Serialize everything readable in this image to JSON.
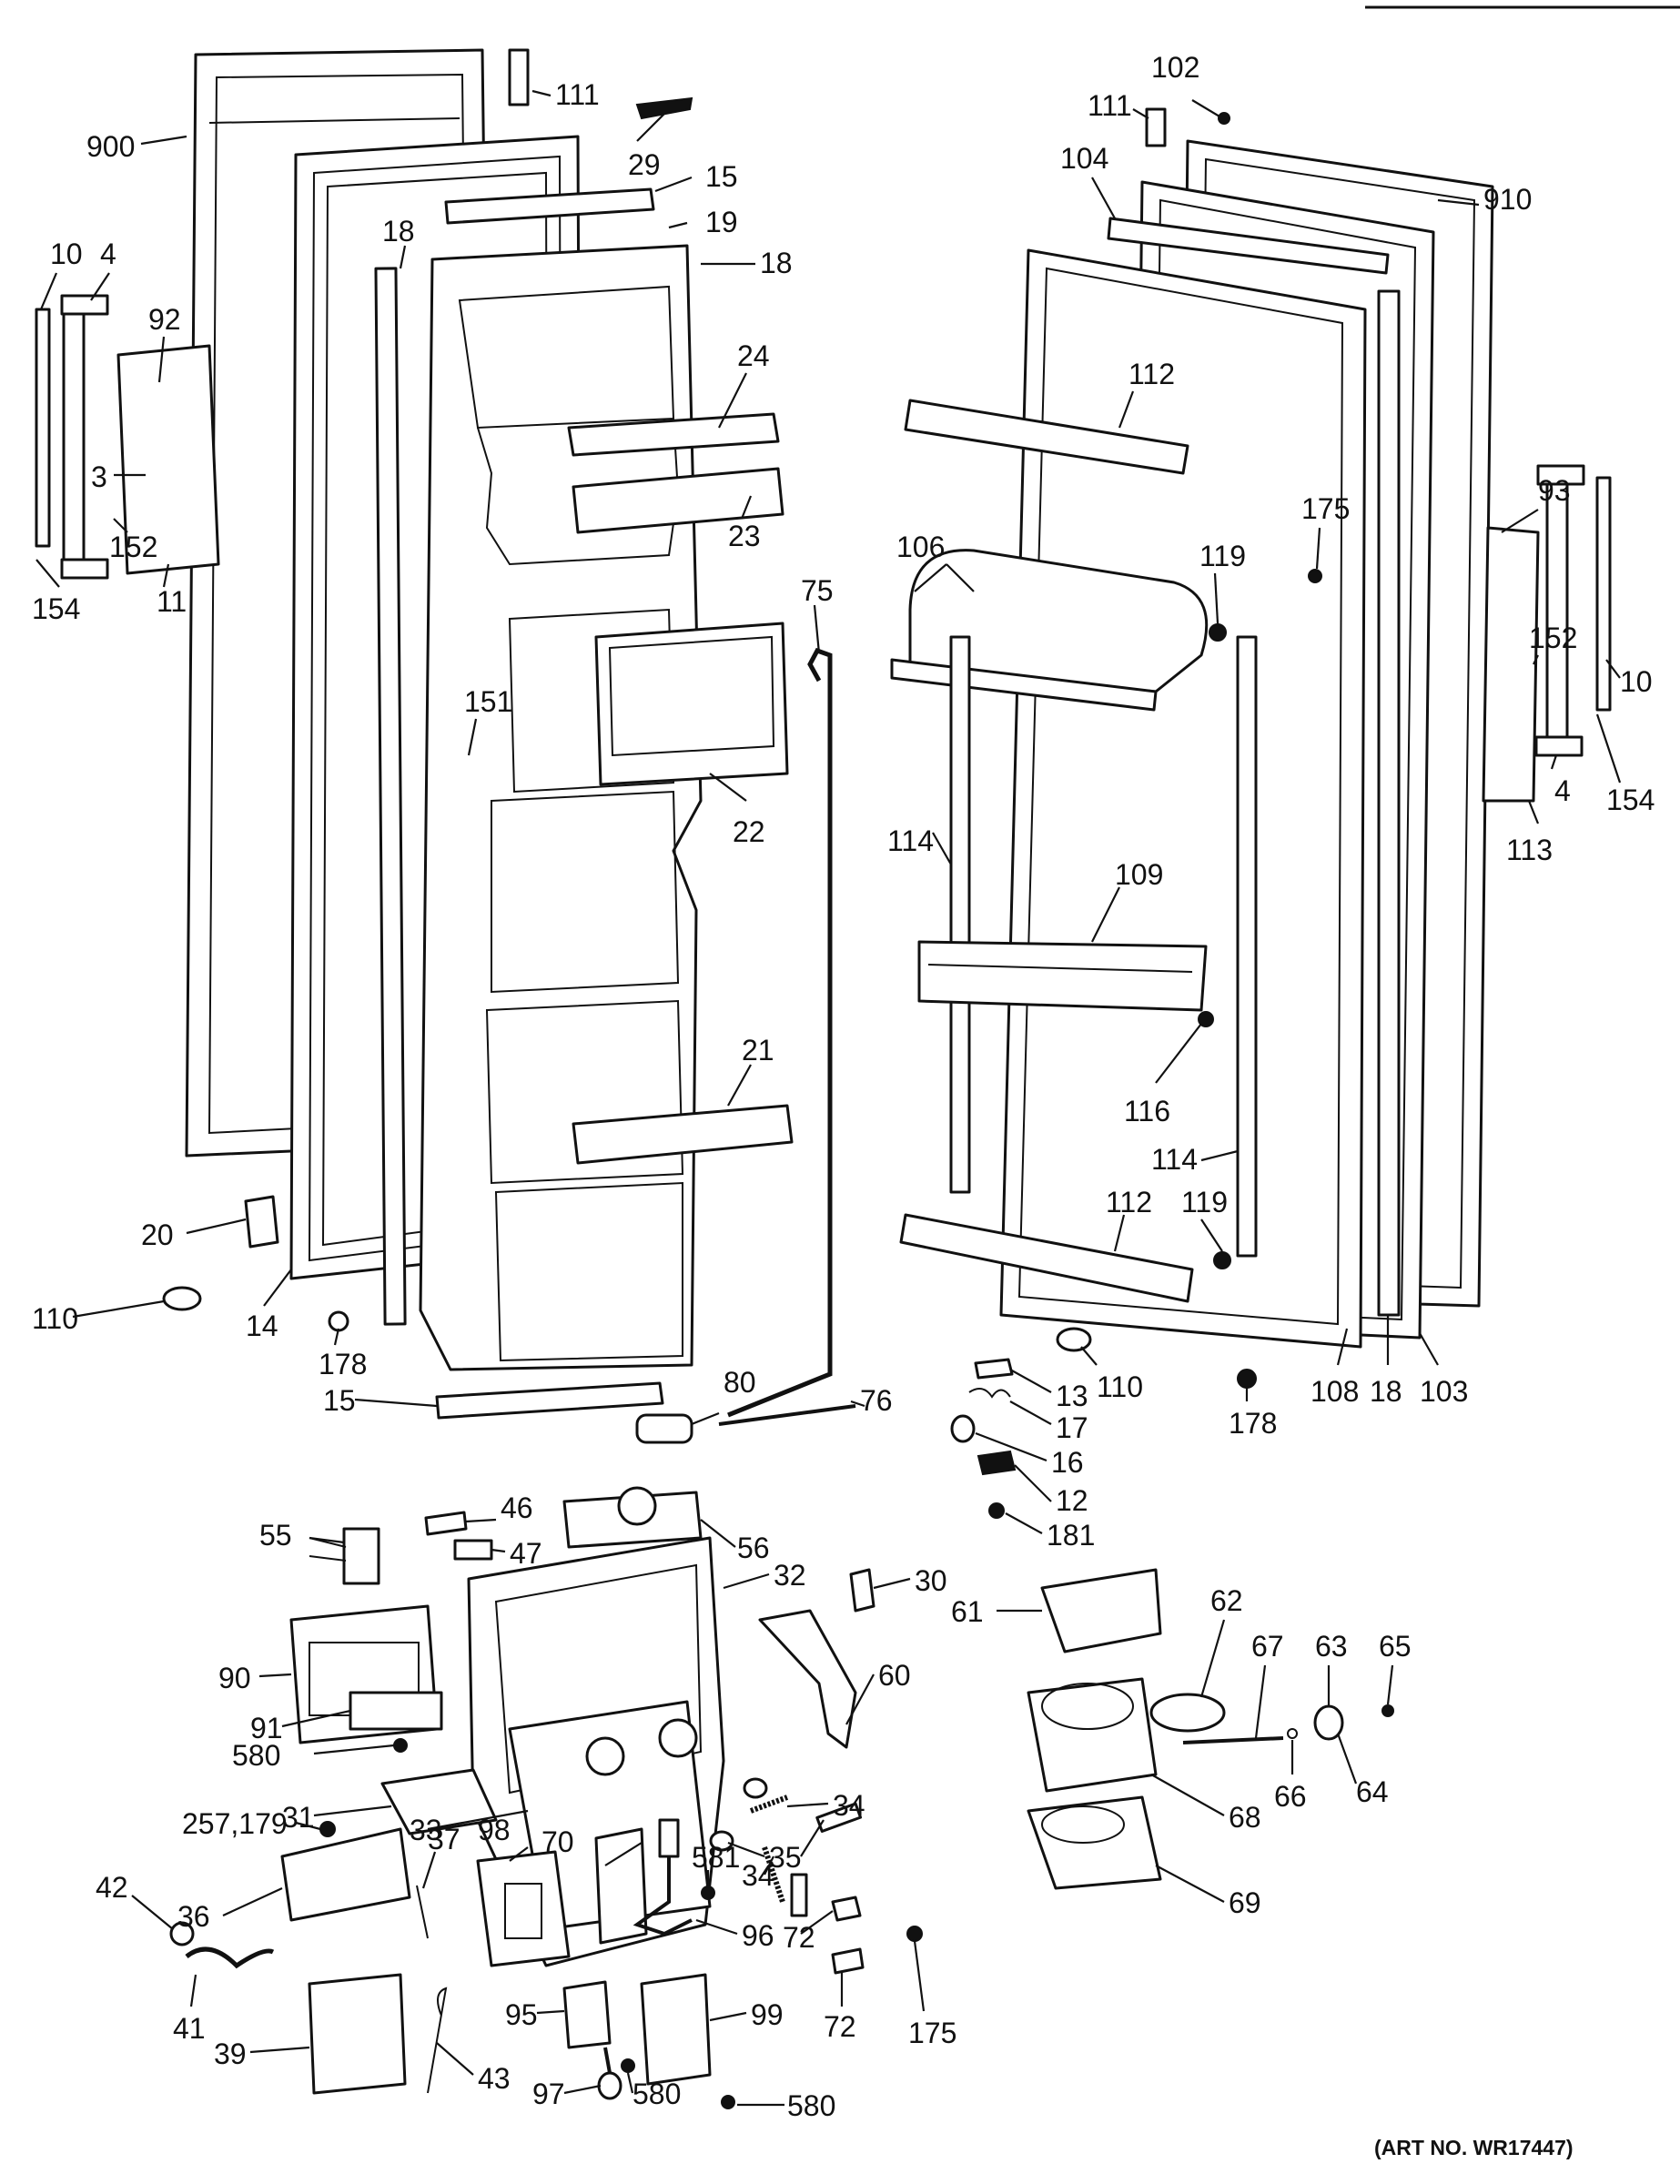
{
  "art_number": "(ART NO. WR17447)",
  "callouts": {
    "c900": "900",
    "c111a": "111",
    "c29": "29",
    "c15a": "15",
    "c19": "19",
    "c18a": "18",
    "c18b": "18",
    "c10a": "10",
    "c4a": "4",
    "c92": "92",
    "c3": "3",
    "c152a": "152",
    "c11": "11",
    "c154a": "154",
    "c24": "24",
    "c23": "23",
    "c151": "151",
    "c22": "22",
    "c21": "21",
    "c20": "20",
    "c110a": "110",
    "c14": "14",
    "c178a": "178",
    "c15b": "15",
    "c75": "75",
    "c80": "80",
    "c76": "76",
    "c102": "102",
    "c111b": "111",
    "c104": "104",
    "c910": "910",
    "c112a": "112",
    "c175a": "175",
    "c93": "93",
    "c106": "106",
    "c119a": "119",
    "c152b": "152",
    "c10b": "10",
    "c154b": "154",
    "c4b": "4",
    "c113": "113",
    "c114a": "114",
    "c109": "109",
    "c116": "116",
    "c114b": "114",
    "c112b": "112",
    "c119b": "119",
    "c110b": "110",
    "c178b": "178",
    "c108": "108",
    "c18c": "18",
    "c103": "103",
    "c13": "13",
    "c17": "17",
    "c16": "16",
    "c12": "12",
    "c181": "181",
    "c46": "46",
    "c55": "55",
    "c47": "47",
    "c56": "56",
    "c32": "32",
    "c30": "30",
    "c61": "61",
    "c62": "62",
    "c67": "67",
    "c63": "63",
    "c65": "65",
    "c90": "90",
    "c60": "60",
    "c91": "91",
    "c580a": "580",
    "c31": "31",
    "c33": "33",
    "c34a": "34",
    "c35": "35",
    "c66": "66",
    "c64": "64",
    "c68": "68",
    "c257": "257,179",
    "c36": "36",
    "c37": "37",
    "c70": "70",
    "c98": "98",
    "c581": "581",
    "c34b": "34",
    "c69": "69",
    "c42": "42",
    "c96": "96",
    "c72a": "72",
    "c72b": "72",
    "c175b": "175",
    "c41": "41",
    "c39": "39",
    "c95": "95",
    "c99": "99",
    "c43": "43",
    "c97": "97",
    "c580b": "580",
    "c580c": "580"
  }
}
